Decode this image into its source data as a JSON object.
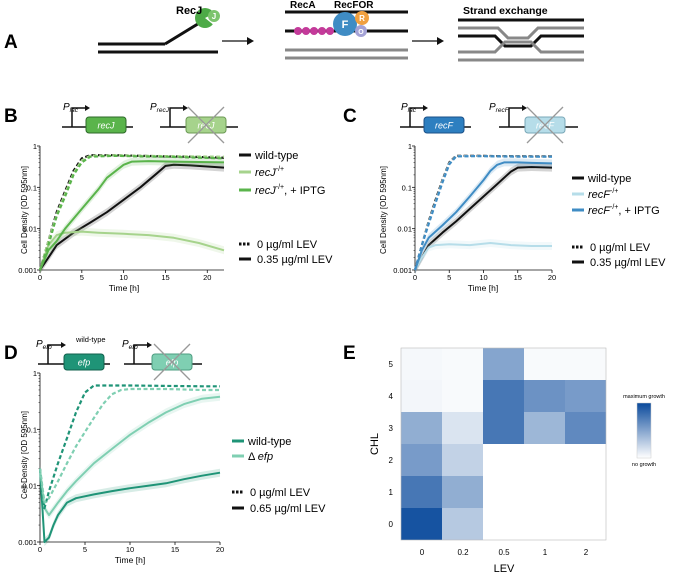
{
  "panel_letters": [
    "A",
    "B",
    "C",
    "D",
    "E"
  ],
  "panel_a": {
    "recj_label": "RecJ",
    "recj_icon_letter": "J",
    "reca_label": "RecA",
    "recfor_label": "RecFOR",
    "recf_letter": "F",
    "reco_letter": "O",
    "recr_letter": "R",
    "strand_exchange_label": "Strand exchange"
  },
  "colors": {
    "black": "#111111",
    "recj_light": "#a6d38c",
    "recj_dark": "#5ab44b",
    "recf_light": "#b6dde9",
    "recf_dark": "#3f8cc4",
    "efp_wt": "#1f9477",
    "efp_delta": "#7fcfb2",
    "heatmap_max": "#0a4a9c",
    "heatmap_min": "#ffffff"
  },
  "panel_b": {
    "construct_1_promoter_main": "P",
    "construct_1_promoter_sub": "lac",
    "construct_1_gene": "recJ",
    "construct_2_promoter_main": "P",
    "construct_2_promoter_sub": "recJ",
    "construct_2_gene": "recJ",
    "chart_data": {
      "type": "line",
      "ylabel": "Cell Density [OD 595nm]",
      "xlabel": "Time [h]",
      "yscale": "log",
      "ylim": [
        0.001,
        1
      ],
      "xlim": [
        0,
        22
      ],
      "x_ticks": [
        "0",
        "5",
        "10",
        "15",
        "20"
      ],
      "y_ticks": [
        "0.001",
        "0.01",
        "0.1",
        "1"
      ],
      "legend_strains": [
        {
          "label": "wild-type",
          "sup": "",
          "suffix": ""
        },
        {
          "label": "recJ",
          "sup": "-/+",
          "suffix": ""
        },
        {
          "label": "recJ",
          "sup": "-/+",
          "suffix": ", + IPTG"
        }
      ],
      "legend_conditions": [
        "0 µg/ml LEV",
        "0.35 µg/ml LEV"
      ],
      "series": [
        {
          "name": "wild-type",
          "condition": "0.35 µg/ml LEV",
          "x": [
            0,
            1,
            2,
            4,
            6,
            8,
            10,
            12,
            14,
            15,
            16,
            18,
            20,
            22
          ],
          "y": [
            0.001,
            0.002,
            0.004,
            0.008,
            0.014,
            0.025,
            0.05,
            0.1,
            0.22,
            0.33,
            0.35,
            0.34,
            0.32,
            0.3
          ]
        },
        {
          "name": "recJ -/+",
          "condition": "0.35 µg/ml LEV",
          "x": [
            0,
            1,
            2,
            3,
            5,
            7,
            10,
            13,
            16,
            19,
            22
          ],
          "y": [
            0.001,
            0.004,
            0.007,
            0.008,
            0.0085,
            0.008,
            0.0075,
            0.007,
            0.006,
            0.0045,
            0.003
          ]
        },
        {
          "name": "recJ -/+, + IPTG",
          "condition": "0.35 µg/ml LEV",
          "x": [
            0,
            1,
            2,
            3,
            5,
            7,
            8,
            10,
            11,
            13,
            16,
            19,
            22
          ],
          "y": [
            0.001,
            0.003,
            0.005,
            0.01,
            0.03,
            0.09,
            0.17,
            0.35,
            0.42,
            0.43,
            0.42,
            0.41,
            0.4
          ]
        },
        {
          "name": "wild-type",
          "condition": "0 µg/ml LEV",
          "x": [
            0,
            1,
            2,
            3,
            4,
            5,
            6,
            9,
            12,
            15,
            18,
            22
          ],
          "y": [
            0.001,
            0.005,
            0.025,
            0.08,
            0.25,
            0.5,
            0.6,
            0.6,
            0.58,
            0.56,
            0.55,
            0.52
          ]
        },
        {
          "name": "recJ -/+",
          "condition": "0 µg/ml LEV",
          "x": [
            0,
            1,
            2,
            3,
            4,
            5,
            6,
            9,
            12,
            15,
            18,
            22
          ],
          "y": [
            0.001,
            0.005,
            0.022,
            0.07,
            0.22,
            0.45,
            0.58,
            0.6,
            0.58,
            0.57,
            0.56,
            0.55
          ]
        },
        {
          "name": "recJ -/+, + IPTG",
          "condition": "0 µg/ml LEV",
          "x": [
            0,
            1,
            2,
            3,
            4,
            5,
            6,
            9,
            12,
            15,
            18,
            22
          ],
          "y": [
            0.001,
            0.004,
            0.02,
            0.06,
            0.2,
            0.4,
            0.55,
            0.58,
            0.56,
            0.55,
            0.53,
            0.5
          ]
        }
      ]
    }
  },
  "panel_c": {
    "construct_1_promoter_main": "P",
    "construct_1_promoter_sub": "lac",
    "construct_1_gene": "recF",
    "construct_2_promoter_main": "P",
    "construct_2_promoter_sub": "recF",
    "construct_2_gene": "recF",
    "chart_data": {
      "type": "line",
      "ylabel": "Cell Density [OD 595nm]",
      "xlabel": "Time [h]",
      "yscale": "log",
      "ylim": [
        0.001,
        1
      ],
      "xlim": [
        0,
        20
      ],
      "x_ticks": [
        "0",
        "5",
        "10",
        "15",
        "20"
      ],
      "y_ticks": [
        "0.001",
        "0.01",
        "0.1",
        "1"
      ],
      "legend_strains": [
        {
          "label": "wild-type",
          "sup": "",
          "suffix": ""
        },
        {
          "label": "recF",
          "sup": "-/+",
          "suffix": ""
        },
        {
          "label": "recF",
          "sup": "-/+",
          "suffix": ", + IPTG"
        }
      ],
      "legend_conditions": [
        "0 µg/ml LEV",
        "0.35 µg/ml LEV"
      ],
      "series": [
        {
          "name": "wild-type",
          "condition": "0.35 µg/ml LEV",
          "x": [
            0,
            1,
            2,
            4,
            6,
            8,
            10,
            12,
            14,
            15,
            17,
            20
          ],
          "y": [
            0.001,
            0.002,
            0.004,
            0.008,
            0.015,
            0.03,
            0.06,
            0.12,
            0.24,
            0.3,
            0.31,
            0.3
          ]
        },
        {
          "name": "recF -/+",
          "condition": "0.35 µg/ml LEV",
          "x": [
            0,
            1,
            2,
            3,
            5,
            8,
            11,
            14,
            17,
            20
          ],
          "y": [
            0.001,
            0.002,
            0.0035,
            0.004,
            0.0042,
            0.004,
            0.0045,
            0.004,
            0.0038,
            0.0038
          ]
        },
        {
          "name": "recF -/+, + IPTG",
          "condition": "0.35 µg/ml LEV",
          "x": [
            0,
            1,
            2,
            4,
            6,
            8,
            10,
            11,
            12,
            13,
            15,
            17,
            20
          ],
          "y": [
            0.001,
            0.003,
            0.006,
            0.012,
            0.025,
            0.06,
            0.15,
            0.25,
            0.35,
            0.4,
            0.4,
            0.39,
            0.38
          ]
        },
        {
          "name": "wild-type",
          "condition": "0 µg/ml LEV",
          "x": [
            0,
            1,
            2,
            3,
            4,
            5,
            6,
            9,
            12,
            15,
            18,
            20
          ],
          "y": [
            0.001,
            0.004,
            0.015,
            0.05,
            0.15,
            0.4,
            0.58,
            0.58,
            0.57,
            0.57,
            0.56,
            0.56
          ]
        },
        {
          "name": "recF -/+",
          "condition": "0 µg/ml LEV",
          "x": [
            0,
            1,
            2,
            3,
            4,
            5,
            6,
            9,
            12,
            15,
            18,
            20
          ],
          "y": [
            0.001,
            0.004,
            0.014,
            0.045,
            0.14,
            0.38,
            0.57,
            0.57,
            0.56,
            0.56,
            0.55,
            0.55
          ]
        },
        {
          "name": "recF -/+, + IPTG",
          "condition": "0 µg/ml LEV",
          "x": [
            0,
            1,
            2,
            3,
            4,
            5,
            6,
            9,
            12,
            15,
            18,
            20
          ],
          "y": [
            0.001,
            0.004,
            0.013,
            0.042,
            0.13,
            0.36,
            0.56,
            0.57,
            0.56,
            0.55,
            0.55,
            0.55
          ]
        }
      ]
    }
  },
  "panel_d": {
    "construct_1_promoter_main": "P",
    "construct_1_promoter_sub": "efp",
    "construct_1_annotation": "wild-type",
    "construct_1_gene": "efp",
    "construct_2_promoter_main": "P",
    "construct_2_promoter_sub": "efp",
    "construct_2_gene": "efp",
    "chart_data": {
      "type": "line",
      "ylabel": "Cell Density [OD 595nm]",
      "xlabel": "Time [h]",
      "yscale": "log",
      "ylim": [
        0.001,
        1
      ],
      "xlim": [
        0,
        20
      ],
      "x_ticks": [
        "0",
        "5",
        "10",
        "15",
        "20"
      ],
      "y_ticks": [
        "0.001",
        "0.01",
        "0.1",
        "1"
      ],
      "legend_strains": [
        {
          "label": "wild-type",
          "prefix": ""
        },
        {
          "label": "efp",
          "prefix": "Δ "
        }
      ],
      "legend_conditions": [
        "0 µg/ml LEV",
        "0.65 µg/ml LEV"
      ],
      "series": [
        {
          "name": "wild-type",
          "condition": "0.65 µg/ml LEV",
          "x": [
            0,
            0.5,
            1,
            1.5,
            2,
            3,
            4,
            6,
            8,
            10,
            12,
            14,
            16,
            18,
            20
          ],
          "y": [
            0.02,
            0.001,
            0.0012,
            0.002,
            0.003,
            0.005,
            0.006,
            0.007,
            0.008,
            0.009,
            0.01,
            0.011,
            0.013,
            0.015,
            0.017
          ]
        },
        {
          "name": "Δ efp",
          "condition": "0.65 µg/ml LEV",
          "x": [
            0,
            0.5,
            1,
            2,
            3,
            4,
            6,
            8,
            10,
            12,
            14,
            16,
            18,
            20
          ],
          "y": [
            0.02,
            0.004,
            0.003,
            0.005,
            0.008,
            0.012,
            0.025,
            0.045,
            0.08,
            0.13,
            0.2,
            0.28,
            0.35,
            0.38
          ]
        },
        {
          "name": "wild-type",
          "condition": "0 µg/ml LEV",
          "x": [
            0,
            0.5,
            1,
            2,
            3,
            4,
            5,
            6,
            8,
            10,
            14,
            18,
            20
          ],
          "y": [
            0.02,
            0.004,
            0.008,
            0.025,
            0.07,
            0.2,
            0.45,
            0.6,
            0.6,
            0.6,
            0.59,
            0.58,
            0.58
          ]
        },
        {
          "name": "Δ efp",
          "condition": "0 µg/ml LEV",
          "x": [
            0,
            0.5,
            1,
            2,
            3,
            4,
            5,
            6,
            7,
            8,
            9,
            10,
            14,
            18,
            20
          ],
          "y": [
            0.02,
            0.005,
            0.006,
            0.012,
            0.025,
            0.05,
            0.09,
            0.16,
            0.28,
            0.42,
            0.5,
            0.52,
            0.52,
            0.5,
            0.5
          ]
        }
      ]
    }
  },
  "panel_e": {
    "chart_data": {
      "type": "heatmap",
      "xlabel": "LEV",
      "ylabel": "CHL",
      "x_categories": [
        "0",
        "0.2",
        "0.5",
        "1",
        "2"
      ],
      "y_categories": [
        "0",
        "1",
        "2",
        "3",
        "4",
        "5"
      ],
      "values_by_row_chl": [
        [
          0.95,
          0.3,
          0.0,
          0.0,
          0.0
        ],
        [
          0.75,
          0.45,
          0.0,
          0.0,
          0.0
        ],
        [
          0.55,
          0.25,
          0.0,
          0.0,
          0.0
        ],
        [
          0.45,
          0.15,
          0.75,
          0.4,
          0.65
        ],
        [
          0.05,
          0.03,
          0.75,
          0.6,
          0.55
        ],
        [
          0.04,
          0.03,
          0.5,
          0.03,
          0.03
        ]
      ],
      "colorbar_max_label": "maximum growth",
      "colorbar_min_label": "no growth"
    }
  }
}
